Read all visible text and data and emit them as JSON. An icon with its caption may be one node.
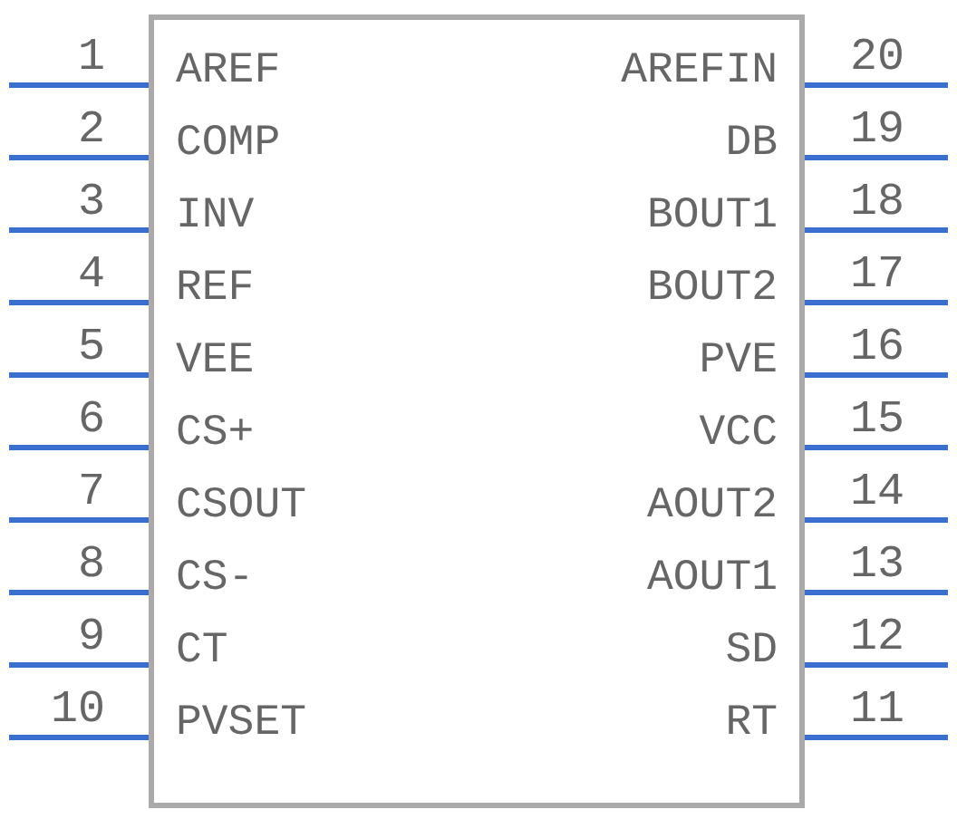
{
  "diagram": {
    "nodes": [
      {
        "text": [],
        "shape": "box"
      }
    ],
    "labels": [
      "1",
      "AREF",
      "AREFIN",
      "20",
      "2",
      "COMP",
      "DB",
      "19",
      "3",
      "INV",
      "BOUT1",
      "18",
      "4",
      "REF",
      "BOUT2",
      "17",
      "5",
      "VEE",
      "PVE",
      "16",
      "6",
      "CS+",
      "VCC",
      "15",
      "7",
      "CSOUT",
      "AOUT2",
      "14",
      "8",
      "CS-",
      "AOUT1",
      "13",
      "9",
      "CT",
      "SD",
      "12",
      "10",
      "PVSET",
      "RT",
      "11"
    ]
  }
}
